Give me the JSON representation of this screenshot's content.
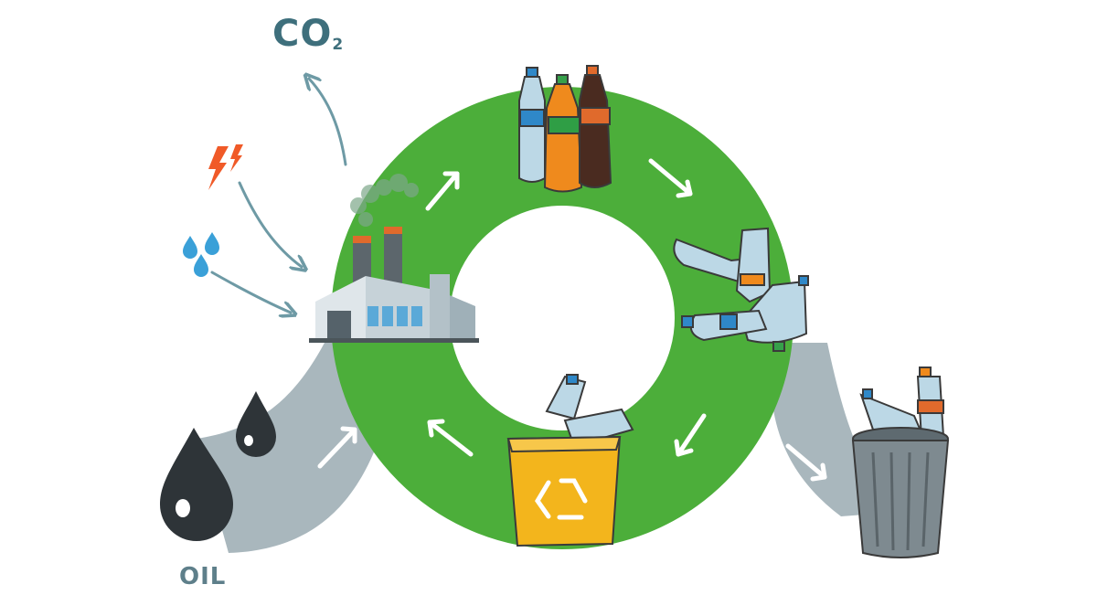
{
  "labels": {
    "co2_main": "CO",
    "co2_sub": "2",
    "oil": "OIL"
  },
  "colors": {
    "ring_green": "#4cae3a",
    "flow_gray": "#a9b7bd",
    "oil_drop": "#2e3438",
    "bin_yellow": "#f3b51c",
    "trash_gray": "#7e8a90",
    "lightning": "#f05a28",
    "water_drop": "#3aa0d8",
    "arrow_teal": "#6e9aa5",
    "bottle_clear": "#bcd8e6",
    "bottle_orange": "#ef8a1d",
    "bottle_cola": "#4a2b20"
  },
  "icons": [
    "co2-label",
    "lightning-icon",
    "water-drops-icon",
    "factory-icon",
    "oil-drops-icon",
    "bottles-icon",
    "crushed-bottles-icon",
    "recycling-bin-icon",
    "trash-can-icon"
  ]
}
